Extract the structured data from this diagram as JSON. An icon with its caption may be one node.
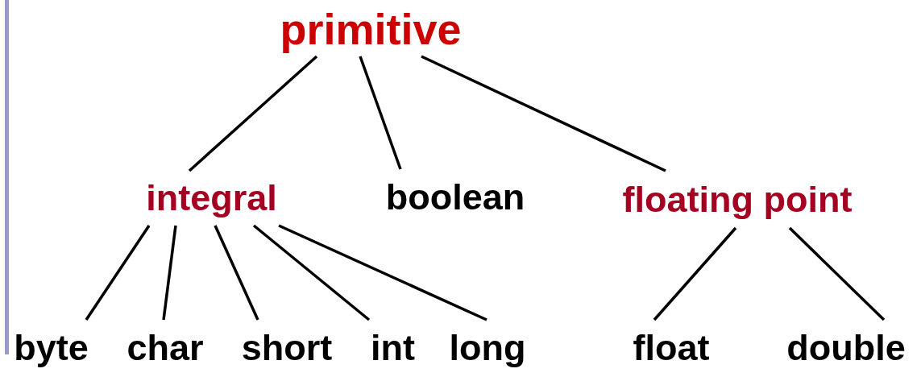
{
  "diagram": {
    "nodes": [
      {
        "text": [
          "primitive"
        ]
      },
      {
        "text": [
          "integral"
        ]
      },
      {
        "text": [
          "boolean"
        ]
      },
      {
        "text": [
          "floating point"
        ]
      },
      {
        "text": [
          "byte"
        ]
      },
      {
        "text": [
          "char"
        ]
      },
      {
        "text": [
          "short"
        ]
      },
      {
        "text": [
          "int"
        ]
      },
      {
        "text": [
          "long"
        ]
      },
      {
        "text": [
          "float"
        ]
      },
      {
        "text": [
          "double"
        ]
      }
    ],
    "edges": [
      {
        "from": 0,
        "to": 1,
        "arrow": "none"
      },
      {
        "from": 0,
        "to": 2,
        "arrow": "none"
      },
      {
        "from": 0,
        "to": 3,
        "arrow": "none"
      },
      {
        "from": 1,
        "to": 4,
        "arrow": "none"
      },
      {
        "from": 1,
        "to": 5,
        "arrow": "none"
      },
      {
        "from": 1,
        "to": 6,
        "arrow": "none"
      },
      {
        "from": 1,
        "to": 7,
        "arrow": "none"
      },
      {
        "from": 1,
        "to": 8,
        "arrow": "none"
      },
      {
        "from": 3,
        "to": 9,
        "arrow": "none"
      },
      {
        "from": 3,
        "to": 10,
        "arrow": "none"
      }
    ]
  }
}
